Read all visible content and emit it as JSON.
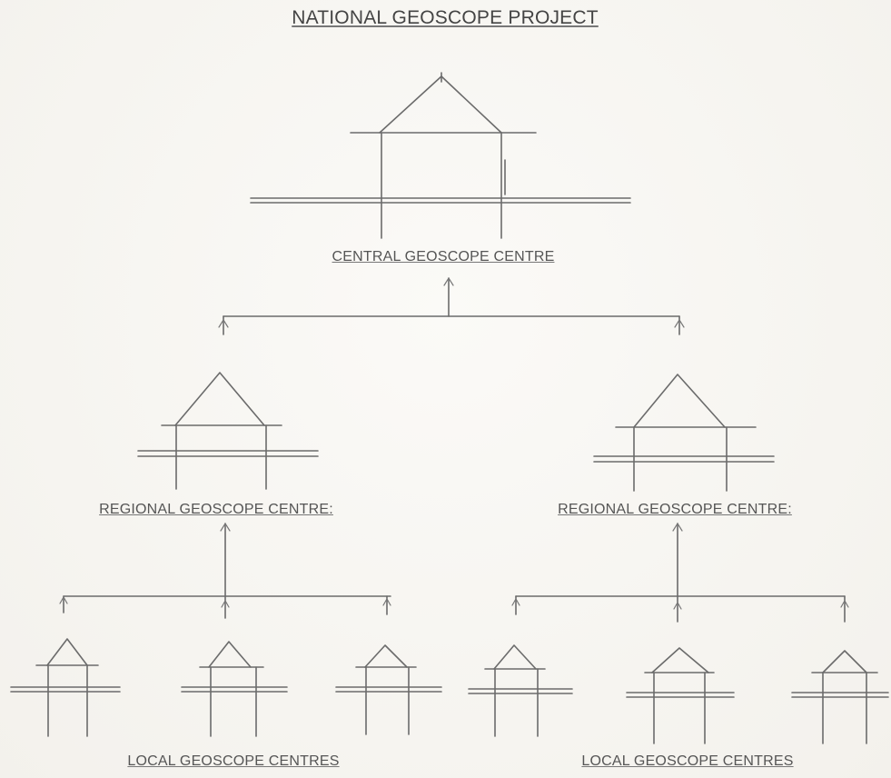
{
  "title": "NATIONAL GEOSCOPE PROJECT",
  "labels": {
    "central": "CENTRAL GEOSCOPE CENTRE",
    "regional_left": "REGIONAL GEOSCOPE CENTRE:",
    "regional_right": "REGIONAL GEOSCOPE CENTRE:",
    "local_left": "LOCAL GEOSCOPE CENTRES",
    "local_right": "LOCAL GEOSCOPE CENTRES"
  },
  "colors": {
    "line": "#6b6b6b",
    "text": "#555555",
    "paper": "#f7f6f2"
  }
}
